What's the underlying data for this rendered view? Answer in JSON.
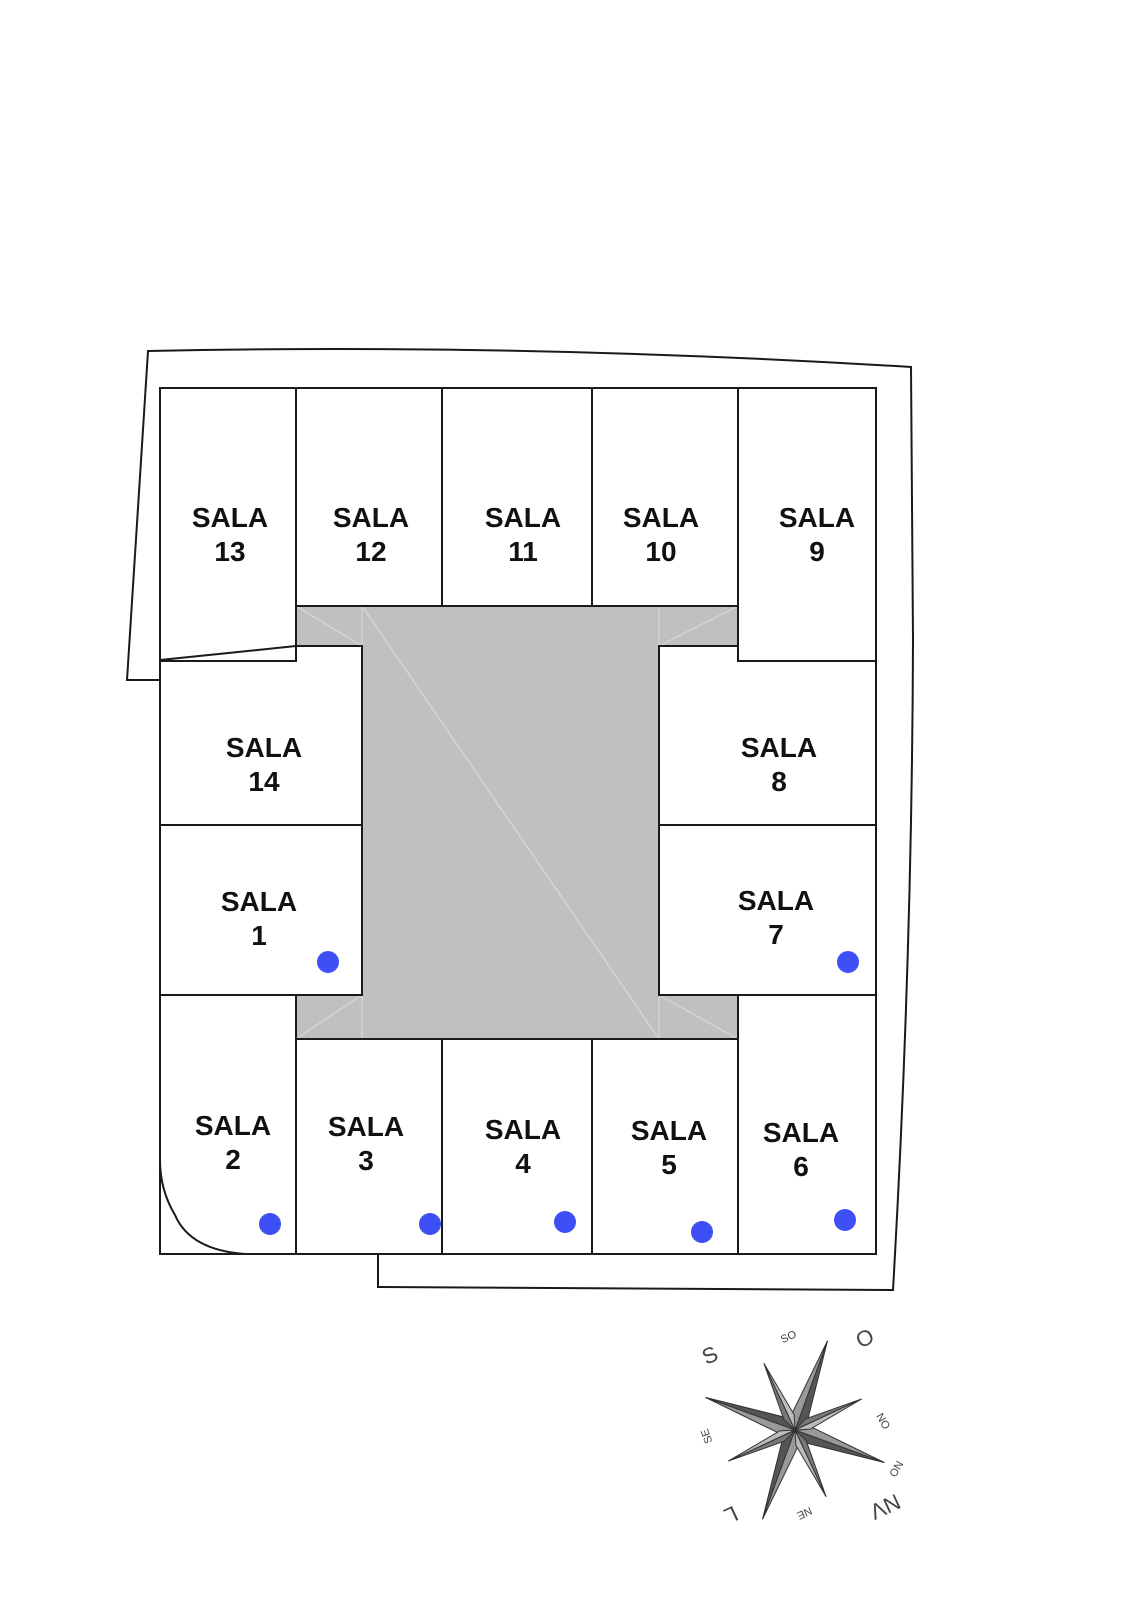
{
  "rooms": [
    {
      "id": "13",
      "line1": "SALA",
      "line2": "13"
    },
    {
      "id": "12",
      "line1": "SALA",
      "line2": "12"
    },
    {
      "id": "11",
      "line1": "SALA",
      "line2": "11"
    },
    {
      "id": "10",
      "line1": "SALA",
      "line2": "10"
    },
    {
      "id": "9",
      "line1": "SALA",
      "line2": "9"
    },
    {
      "id": "14",
      "line1": "SALA",
      "line2": "14"
    },
    {
      "id": "8",
      "line1": "SALA",
      "line2": "8"
    },
    {
      "id": "1",
      "line1": "SALA",
      "line2": "1"
    },
    {
      "id": "7",
      "line1": "SALA",
      "line2": "7"
    },
    {
      "id": "2",
      "line1": "SALA",
      "line2": "2"
    },
    {
      "id": "3",
      "line1": "SALA",
      "line2": "3"
    },
    {
      "id": "4",
      "line1": "SALA",
      "line2": "4"
    },
    {
      "id": "5",
      "line1": "SALA",
      "line2": "5"
    },
    {
      "id": "6",
      "line1": "SALA",
      "line2": "6"
    }
  ],
  "marked_rooms": [
    "1",
    "7",
    "2",
    "3",
    "4",
    "5",
    "6"
  ],
  "marker_color": "#3d4ff5",
  "courtyard_color": "#c0c0c0",
  "compass": {
    "cardinals": {
      "s": "S",
      "o": "O",
      "nv": "NV",
      "l": "L"
    },
    "intercardinals": {
      "sw": "SE",
      "nw": "NO",
      "ne": "NE",
      "se": "SE",
      "top": "SO",
      "right": "NO"
    }
  }
}
